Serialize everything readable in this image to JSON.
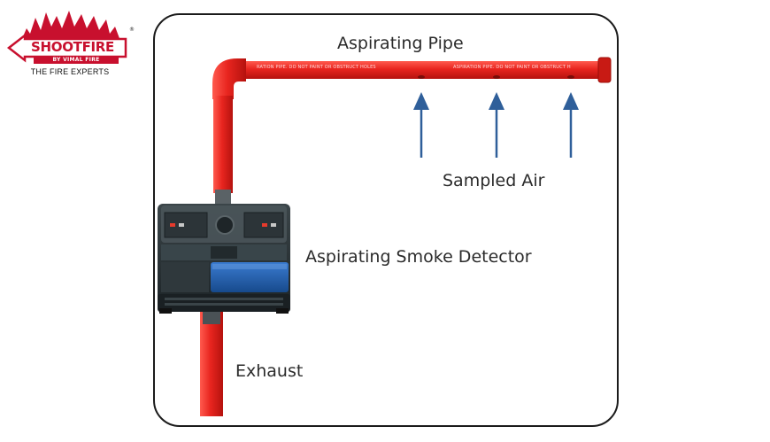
{
  "logo": {
    "brand": "SHOOTFIRE",
    "subline": "BY VIMAL FIRE",
    "registered_mark": "®",
    "tagline": "THE FIRE EXPERTS",
    "icon": "flame-arrow-logo-icon",
    "colors": {
      "brand_red": "#c8102e"
    }
  },
  "diagram": {
    "labels": {
      "pipe": "Aspirating Pipe",
      "sampled_air": "Sampled Air",
      "detector": "Aspirating Smoke Detector",
      "exhaust": "Exhaust"
    },
    "pipe_print_1": "RATION PIPE. DO NOT PAINT OR OBSTRUCT HOLES",
    "pipe_print_2": "ASPIRATION PIPE. DO NOT PAINT OR OBSTRUCT H",
    "colors": {
      "pipe_red": "#e8251f",
      "pipe_dark": "#b5120e",
      "arrow_blue": "#2f5f9a",
      "detector_dark": "#2a3236",
      "detector_blue": "#1f5aa6"
    },
    "icons": [
      "aspirating-pipe",
      "sampling-hole",
      "air-flow-arrow",
      "smoke-detector-unit",
      "exhaust-pipe"
    ]
  }
}
